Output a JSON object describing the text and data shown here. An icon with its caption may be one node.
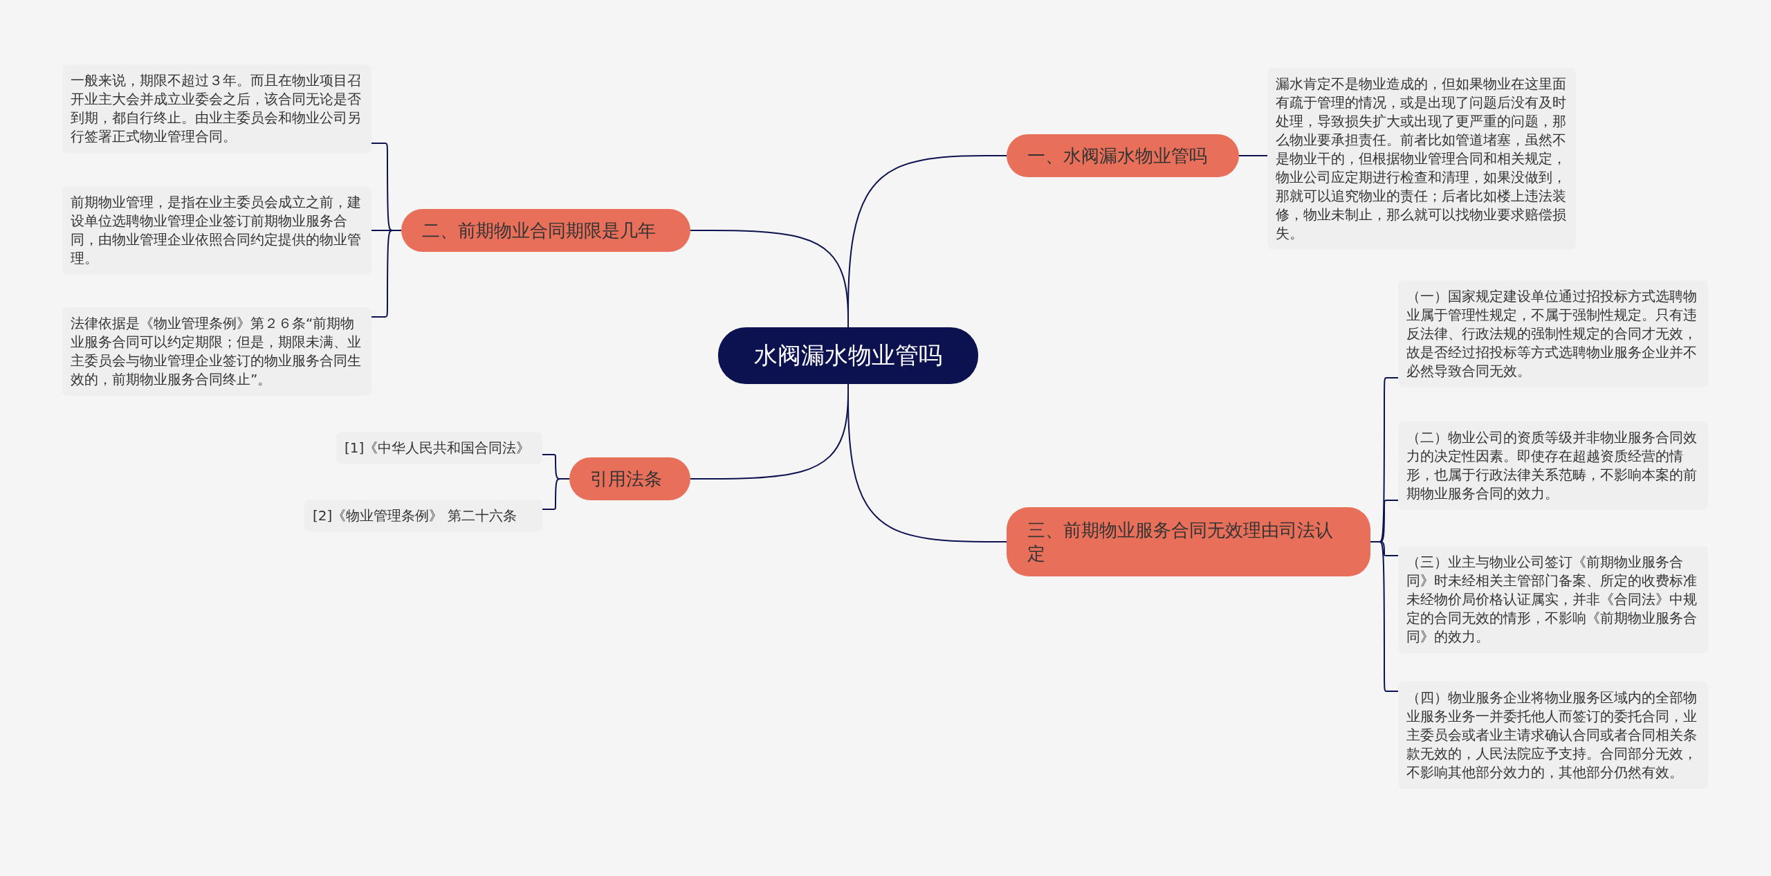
{
  "diagram": {
    "nodes": [
      {
        "text": [
          "水阀漏水物业管吗"
        ]
      },
      {
        "text": [
          "一、水阀漏水物业管吗"
        ]
      },
      {
        "text": [
          "漏水肯定不是物业造成的，但如果物业在这里面有疏于管理的情况，或是出现了问题后没有及时处理，导致损失扩大或出现了更严重的问题，那么物业要承担责任。前者比如管道堵塞，虽然不是物业干的，但根据物业管理合同和相关规定，物业公司应定期进行检查和清理，如果没做到，那就可以追究物业的责任；后者比如楼上违法装修，物业未制止，那么就可以找物业要求赔偿损失。"
        ]
      },
      {
        "text": [
          "二、前期物业合同期限是几年"
        ]
      },
      {
        "text": [
          "一般来说，期限不超过３年。而且在物业项目召开业主大会并成立业委会之后，该合同无论是否到期，都自行终止。由业主委员会和物业公司另行签署正式物业管理合同。"
        ]
      },
      {
        "text": [
          "前期物业管理，是指在业主委员会成立之前，建设单位选聘物业管理企业签订前期物业服务合同，由物业管理企业依照合同约定提供的物业管理。"
        ]
      },
      {
        "text": [
          "法律依据是《物业管理条例》第２６条“前期物业服务合同可以约定期限；但是，期限未满、业主委员会与物业管理企业签订的物业服务合同生效的，前期物业服务合同终止”。"
        ]
      },
      {
        "text": [
          "引用法条"
        ]
      },
      {
        "text": [
          "[1]《中华人民共和国合同法》"
        ]
      },
      {
        "text": [
          "[2]《物业管理条例》 第二十六条"
        ]
      },
      {
        "text": [
          "三、前期物业服务合同无效理由司法认定"
        ]
      },
      {
        "text": [
          "（一）国家规定建设单位通过招投标方式选聘物业属于管理性规定，不属于强制性规定。只有违反法律、行政法规的强制性规定的合同才无效，故是否经过招投标等方式选聘物业服务企业并不必然导致合同无效。"
        ]
      },
      {
        "text": [
          "（二）物业公司的资质等级并非物业服务合同效力的决定性因素。即使存在超越资质经营的情形，也属于行政法律关系范畴，不影响本案的前期物业服务合同的效力。"
        ]
      },
      {
        "text": [
          "（三）业主与物业公司签订《前期物业服务合同》时未经相关主管部门备案、所定的收费标准未经物价局价格认证属实，并非《合同法》中规定的合同无效的情形，不影响《前期物业服务合同》的效力。"
        ]
      },
      {
        "text": [
          "（四）物业服务企业将物业服务区域内的全部物业服务业务一并委托他人而签订的委托合同，业主委员会或者业主请求确认合同或者合同相关条款无效的，人民法院应予支持。合同部分无效，不影响其他部分效力的，其他部分仍然有效。"
        ]
      }
    ],
    "edges": [
      {
        "from": 0,
        "to": 1,
        "arrow": "none"
      },
      {
        "from": 1,
        "to": 2,
        "arrow": "none"
      },
      {
        "from": 0,
        "to": 3,
        "arrow": "none"
      },
      {
        "from": 3,
        "to": 4,
        "arrow": "none"
      },
      {
        "from": 3,
        "to": 5,
        "arrow": "none"
      },
      {
        "from": 3,
        "to": 6,
        "arrow": "none"
      },
      {
        "from": 0,
        "to": 7,
        "arrow": "none"
      },
      {
        "from": 7,
        "to": 8,
        "arrow": "none"
      },
      {
        "from": 7,
        "to": 9,
        "arrow": "none"
      },
      {
        "from": 0,
        "to": 10,
        "arrow": "none"
      },
      {
        "from": 10,
        "to": 11,
        "arrow": "none"
      },
      {
        "from": 10,
        "to": 12,
        "arrow": "none"
      },
      {
        "from": 10,
        "to": 13,
        "arrow": "none"
      },
      {
        "from": 10,
        "to": 14,
        "arrow": "none"
      }
    ]
  }
}
